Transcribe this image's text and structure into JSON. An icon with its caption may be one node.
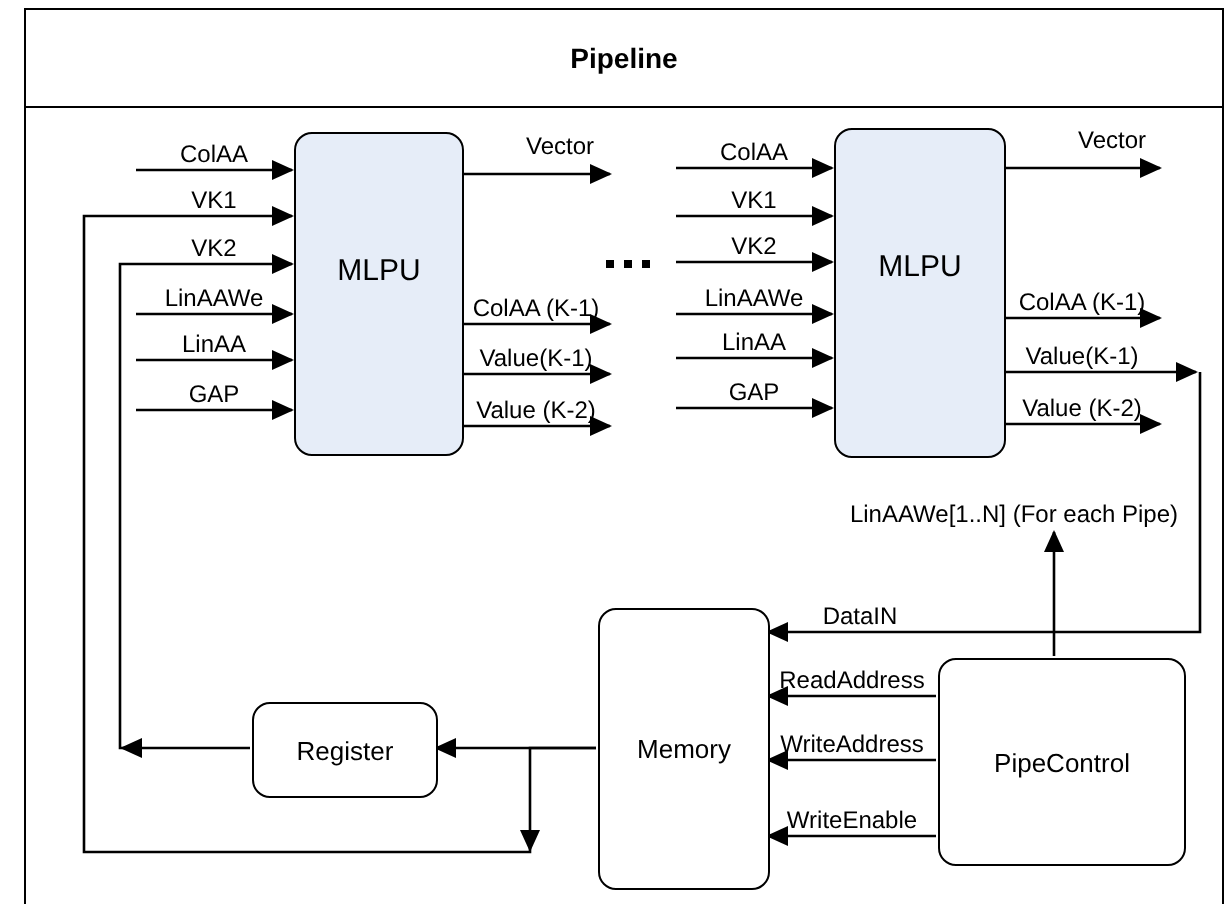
{
  "diagram": {
    "nodes": [
      {
        "text": [
          "Pipeline"
        ]
      },
      {
        "text": [
          "MLPU"
        ],
        "in": 0
      },
      {
        "text": [
          "MLPU"
        ],
        "in": 0
      },
      {
        "text": [
          "Memory"
        ],
        "in": 0
      },
      {
        "text": [
          "Register"
        ],
        "in": 0
      },
      {
        "text": [
          "PipeControl"
        ],
        "in": 0
      },
      {
        "text": [
          "LinAAWe[1..N] (For each Pipe)"
        ],
        "in": 0
      }
    ],
    "edges": [
      {
        "from": null,
        "to": 1,
        "arrow": "to",
        "label": "ColAA"
      },
      {
        "from": 3,
        "to": 1,
        "arrow": "to",
        "label": "VK1"
      },
      {
        "from": 4,
        "to": 1,
        "arrow": "to",
        "label": "VK2"
      },
      {
        "from": null,
        "to": 1,
        "arrow": "to",
        "label": "LinAAWe"
      },
      {
        "from": null,
        "to": 1,
        "arrow": "to",
        "label": "LinAA"
      },
      {
        "from": null,
        "to": 1,
        "arrow": "to",
        "label": "GAP"
      },
      {
        "from": 1,
        "to": null,
        "arrow": "to",
        "label": "Vector"
      },
      {
        "from": 1,
        "to": null,
        "arrow": "to",
        "label": "ColAA (K-1)"
      },
      {
        "from": 1,
        "to": null,
        "arrow": "to",
        "label": "Value(K-1)"
      },
      {
        "from": 1,
        "to": null,
        "arrow": "to",
        "label": "Value (K-2)"
      },
      {
        "from": null,
        "to": 2,
        "arrow": "to",
        "label": "ColAA"
      },
      {
        "from": null,
        "to": 2,
        "arrow": "to",
        "label": "VK1"
      },
      {
        "from": null,
        "to": 2,
        "arrow": "to",
        "label": "VK2"
      },
      {
        "from": null,
        "to": 2,
        "arrow": "to",
        "label": "LinAAWe"
      },
      {
        "from": null,
        "to": 2,
        "arrow": "to",
        "label": "LinAA"
      },
      {
        "from": null,
        "to": 2,
        "arrow": "to",
        "label": "GAP"
      },
      {
        "from": 2,
        "to": null,
        "arrow": "to",
        "label": "Vector"
      },
      {
        "from": 2,
        "to": null,
        "arrow": "to",
        "label": "ColAA (K-1)"
      },
      {
        "from": 2,
        "to": null,
        "arrow": "to",
        "label": "Value(K-1)"
      },
      {
        "from": null,
        "to": 3,
        "arrow": "to",
        "label": "DataIN"
      },
      {
        "from": 2,
        "to": null,
        "arrow": "to",
        "label": "Value (K-2)"
      },
      {
        "from": 5,
        "to": 3,
        "arrow": "to",
        "label": "ReadAddress"
      },
      {
        "from": 5,
        "to": 3,
        "arrow": "to",
        "label": "WriteAddress"
      },
      {
        "from": 5,
        "to": 3,
        "arrow": "to",
        "label": "WriteEnable"
      },
      {
        "from": 3,
        "to": 4,
        "arrow": "to"
      },
      {
        "from": 5,
        "to": 6,
        "arrow": "to"
      }
    ]
  }
}
